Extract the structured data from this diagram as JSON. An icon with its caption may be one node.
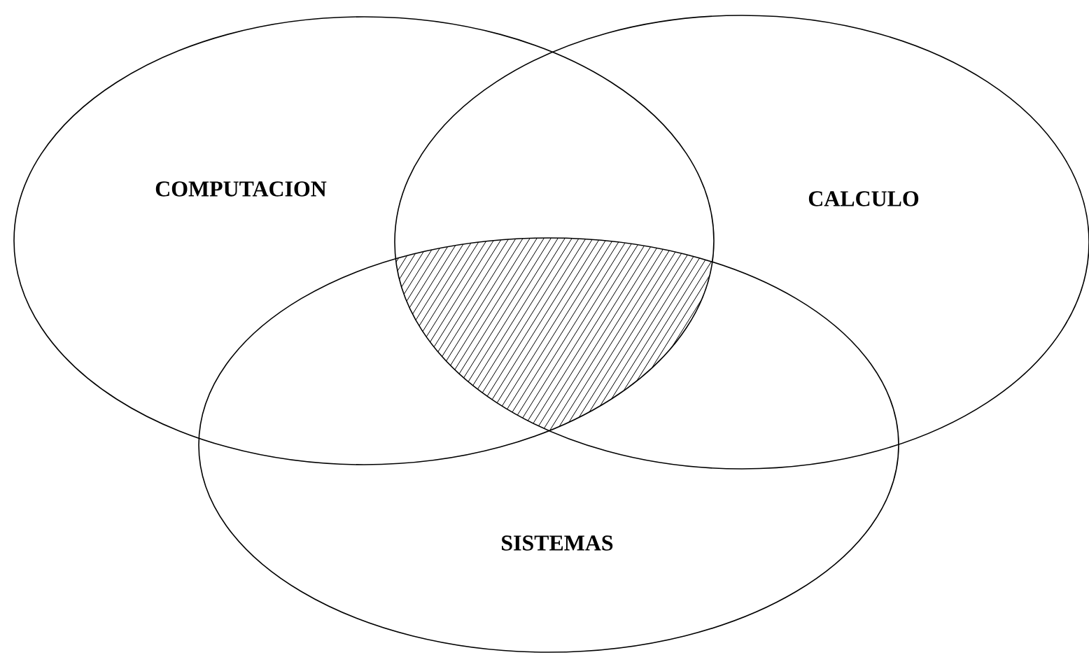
{
  "diagram": {
    "nodes": [
      {
        "text": [
          "COMPUTACION"
        ]
      },
      {
        "text": [
          "CALCULO"
        ]
      },
      {
        "text": [
          "SISTEMAS"
        ]
      }
    ]
  }
}
